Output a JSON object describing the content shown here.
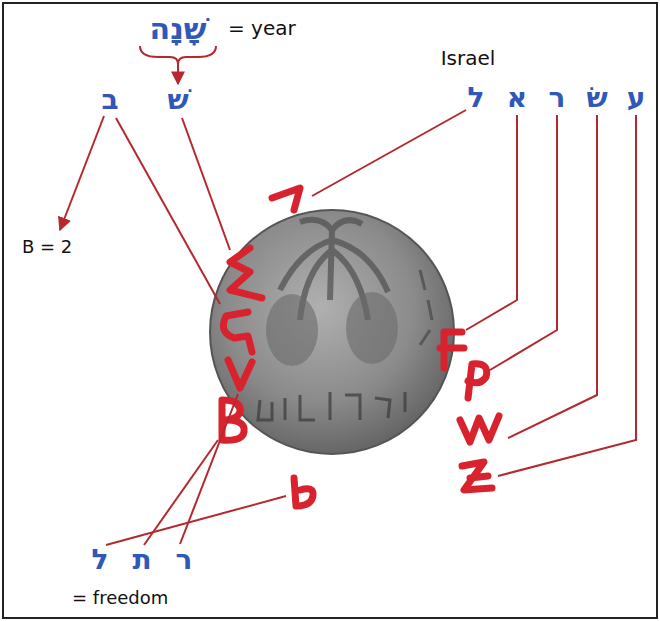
{
  "diagram": {
    "labels": [
      "שָׁנָה",
      "= year",
      "Israel",
      "ל",
      "א",
      "ר",
      "שׂ",
      "ע",
      "ב",
      "שׁ",
      "B = 2",
      "ל",
      "ת",
      "ר",
      "= freedom"
    ]
  }
}
